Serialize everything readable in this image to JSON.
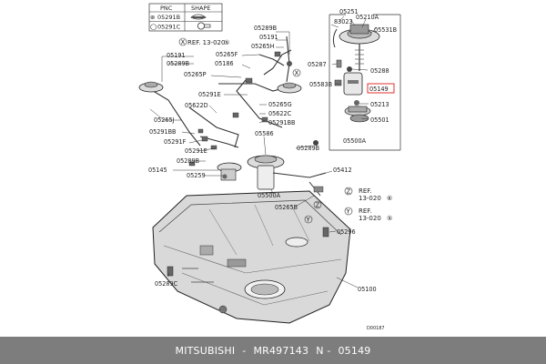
{
  "legend": {
    "header_pnc": "PNC",
    "header_shape": "SHAPE",
    "rows": [
      {
        "symbol": "⊛",
        "code": "05291B"
      },
      {
        "symbol": "◯",
        "code": "05291C"
      }
    ]
  },
  "labels": {
    "l05251": "05251",
    "l83023": "83023",
    "l05210A": "05210A",
    "l05531B": "05531B",
    "l05287": "05287",
    "l05288": "05288",
    "l05583B": "05583B",
    "l05149": "05149",
    "l05213": "05213",
    "l05501": "05501",
    "l05500A_top": "05500A",
    "l05289B_top": "05289B",
    "l05191_top": "05191",
    "l05265H": "05265H",
    "l05265F": "05265F",
    "l05186": "05186",
    "l05191_left": "05191",
    "l05289B_left": "05289B",
    "l05265P": "05265P",
    "l05291E": "05291E",
    "l05622D": "05622D",
    "l05265G": "05265G",
    "l05622C": "05622C",
    "l05291BB": "05291BB",
    "l05265J": "05265J",
    "l05291BB_left": "05291BB",
    "l05291F": "05291F",
    "l05291E_low": "05291E",
    "l05586": "05586",
    "l05289B_mid": "05289B",
    "l05289B_low": "05289B",
    "l05145": "05145",
    "l05259": "05259",
    "l05412": "05412",
    "l05500A_mid": "05500A",
    "l05265B": "05265B",
    "l05296": "05296",
    "l05289C": "05289C",
    "l05100": "05100",
    "code": "D00187"
  },
  "refs": {
    "x_top": {
      "letter": "X",
      "text": "REF. 13-020",
      "num": "⑤"
    },
    "z": {
      "letter": "Z",
      "text1": "REF.",
      "text2": "13-020",
      "num": "⑥"
    },
    "y": {
      "letter": "Y",
      "text1": "REF.",
      "text2": "13-020",
      "num": "⑤"
    }
  },
  "markers": {
    "x": "X",
    "y": "Y",
    "z": "Z"
  },
  "footer": {
    "brand": "MITSUBISHI",
    "sep1": "-",
    "part_number": "MR497143",
    "sep2": "N -",
    "pnc": "05149"
  },
  "colors": {
    "highlight_box": "#e03030",
    "footer_bg": "#7d7d7d"
  }
}
